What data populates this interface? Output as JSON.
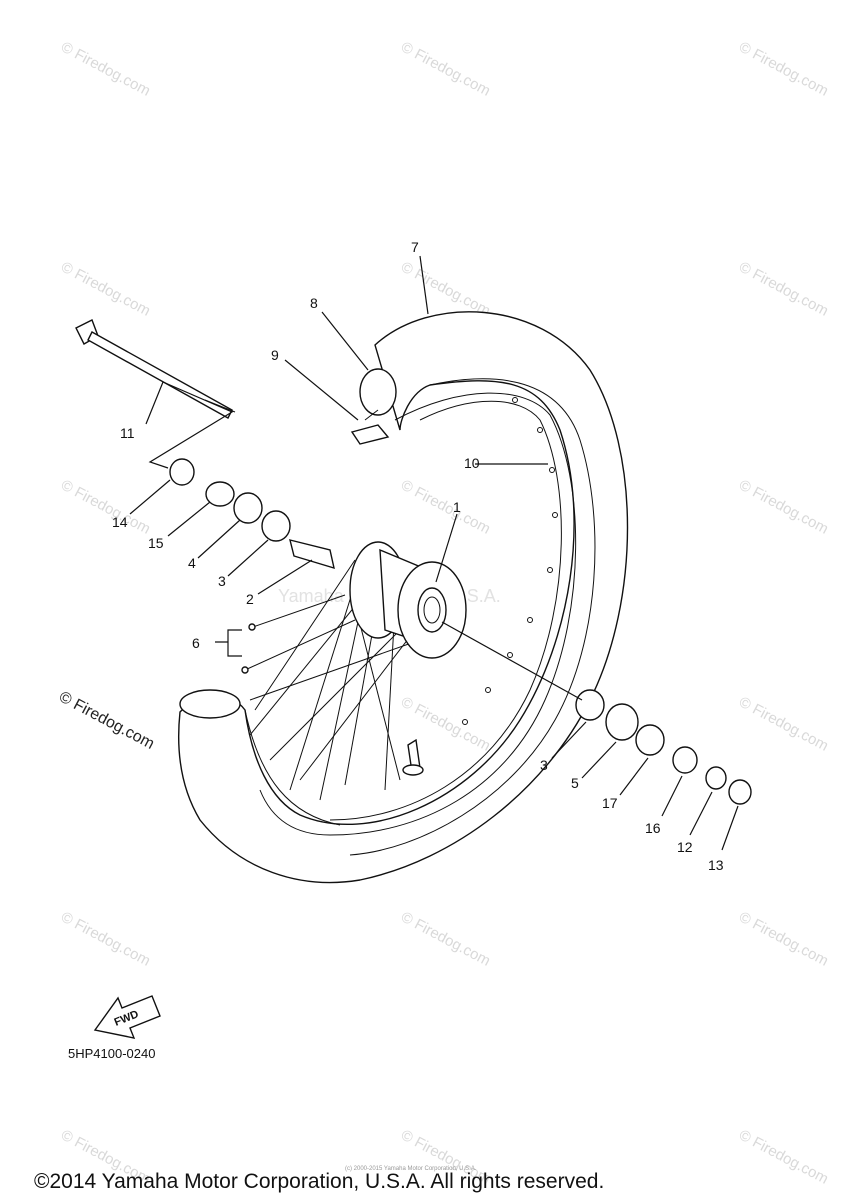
{
  "diagram": {
    "part_labels": {
      "p1": "1",
      "p2": "2",
      "p3a": "3",
      "p3b": "3",
      "p4": "4",
      "p5": "5",
      "p6": "6",
      "p7": "7",
      "p8": "8",
      "p9": "9",
      "p10": "10",
      "p11": "11",
      "p12": "12",
      "p13": "13",
      "p14": "14",
      "p15": "15",
      "p16": "16",
      "p17": "17"
    },
    "fwd_label": "FWD",
    "diagram_code": "5HP4100-0240"
  },
  "watermarks": {
    "firedog": "© Firedog.com",
    "firedog_main": "© Firedog.com",
    "center_stamp": "Yamaha Motor Corp, U.S.A.",
    "bottom_small": "(c) 2000-2015 Yamaha Motor Corporation, U.S.A."
  },
  "footer": {
    "copyright": "©2014 Yamaha Motor Corporation, U.S.A. All rights reserved."
  }
}
